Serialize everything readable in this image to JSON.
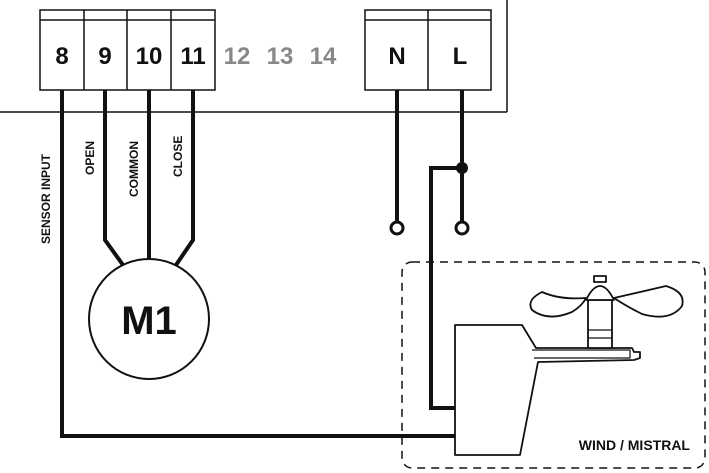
{
  "terminals_left": [
    "8",
    "9",
    "10",
    "11"
  ],
  "terminals_unused": [
    "12",
    "13",
    "14"
  ],
  "terminals_power": [
    "N",
    "L"
  ],
  "wire_labels": {
    "sensor_input": "SENSOR INPUT",
    "open": "OPEN",
    "common": "COMMON",
    "close": "CLOSE"
  },
  "motor_label": "M1",
  "device_label": "WIND / MISTRAL",
  "colors": {
    "wire": "#111111",
    "unused_terminal_text": "#888888"
  }
}
